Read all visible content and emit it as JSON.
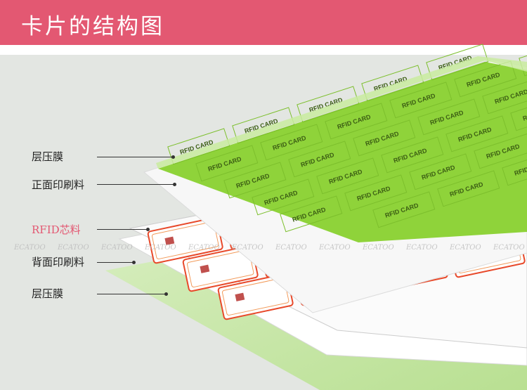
{
  "header": {
    "title": "卡片的结构图"
  },
  "layer_labels": [
    {
      "text": "层压膜"
    },
    {
      "text": "正面印刷料"
    },
    {
      "text": "RFID芯料"
    },
    {
      "text": "背面印刷料"
    },
    {
      "text": "层压膜"
    }
  ],
  "card_print_text": "RFID CARD",
  "watermark_text": "ECATOO",
  "colors": {
    "header": "#e35872",
    "panel": "#e3e6e2",
    "green_sheet": "#8fd33a",
    "laminate": "#bfe59a",
    "antenna_outer": "#e8492a",
    "antenna_inner": "#f29a5a",
    "rfid_label": "#e35872"
  }
}
